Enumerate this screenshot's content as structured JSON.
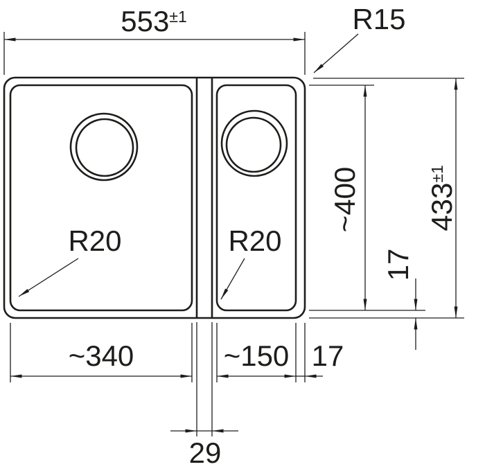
{
  "colors": {
    "line": "#1d1d1b",
    "background": "#ffffff"
  },
  "drawing": {
    "subject": "double-bowl-sink-top-view",
    "labels": {
      "overall_width": {
        "value": "553",
        "tolerance": "±1"
      },
      "corner_radius": "R15",
      "overall_depth": {
        "value": "433",
        "tolerance": "±1"
      },
      "bowl_inner_length": "~400",
      "bowl_bottom_rim": "17",
      "left_bowl_corner_radius": "R20",
      "right_bowl_corner_radius": "R20",
      "left_bowl_width": "~340",
      "right_bowl_width": "~150",
      "right_edge_rim": "17",
      "divider_width": "29"
    }
  }
}
